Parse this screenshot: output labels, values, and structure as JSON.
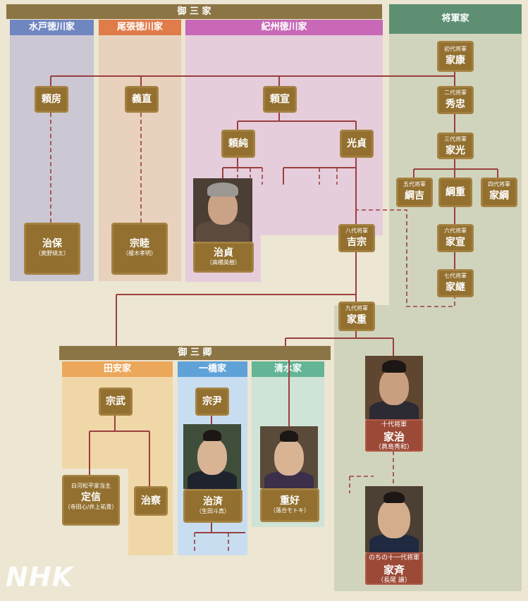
{
  "gosanke": {
    "label": "御 三 家",
    "mito": "水戸徳川家",
    "owari": "尾張徳川家",
    "kishu": "紀州徳川家"
  },
  "shogun_house": "将軍家",
  "gosankyo": {
    "label": "御 三 卿",
    "tayasu": "田安家",
    "hitotsubashi": "一橋家",
    "shimizu": "清水家"
  },
  "people": {
    "yorifusa": "頼房",
    "yoshinao": "義直",
    "yorinobu": "頼宣",
    "yorizumi": "頼純",
    "mitsusada": "光貞",
    "harumori": {
      "name": "治保",
      "actor": "（奥野瑛太）"
    },
    "munechika": {
      "name": "宗睦",
      "actor": "（榎木孝明）"
    },
    "harusada": {
      "name": "治貞",
      "actor": "（高橋英樹）"
    },
    "ieyasu": {
      "title": "初代将軍",
      "name": "家康"
    },
    "hidetada": {
      "title": "二代将軍",
      "name": "秀忠"
    },
    "iemitsu": {
      "title": "三代将軍",
      "name": "家光"
    },
    "tsunayoshi": {
      "title": "五代将軍",
      "name": "綱吉"
    },
    "tsunashige": {
      "name": "綱重"
    },
    "ietsuna": {
      "title": "四代将軍",
      "name": "家綱"
    },
    "ienobu": {
      "title": "六代将軍",
      "name": "家宣"
    },
    "ietsugu": {
      "title": "七代将軍",
      "name": "家継"
    },
    "yoshimune": {
      "title": "八代将軍",
      "name": "吉宗"
    },
    "ieshige": {
      "title": "九代将軍",
      "name": "家重"
    },
    "munetake": "宗武",
    "munetada": "宗尹",
    "sadanobu": {
      "title": "白河松平家当主",
      "name": "定信",
      "actor": "（寺田心/井上祐貴）"
    },
    "harusato": "治察",
    "harusada_h": {
      "name": "治済",
      "actor": "（生田斗真）"
    },
    "shigeyoshi": {
      "name": "重好",
      "actor": "（落合モトキ）"
    },
    "ieharu": {
      "title": "十代将軍",
      "name": "家治",
      "actor": "（眞島秀和）"
    },
    "ienari": {
      "title": "のちの十一代将軍",
      "name": "家斉",
      "actor": "（長尾 謙）"
    }
  },
  "logo": "NHK",
  "colors": {
    "mito": "#6f86c0",
    "owari": "#e07b4a",
    "kishu": "#c868b6",
    "shogun": "#5e8f73",
    "tayasu": "#eba85a",
    "hitotsubashi": "#5ea2d8",
    "shimizu": "#63b596",
    "node": "#93702f",
    "line": "#9a3f3f"
  }
}
